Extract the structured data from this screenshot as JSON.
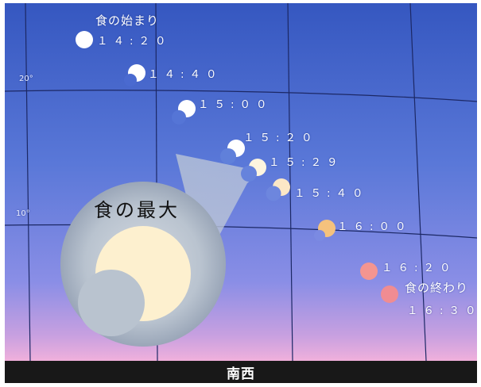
{
  "direction": "南西",
  "altitude_labels": {
    "alt20": "20°",
    "alt10": "10°"
  },
  "labels": {
    "start_title": "食の始まり",
    "end_title": "食の終わり",
    "max_title": "食の最大"
  },
  "times": {
    "t1420": "１４:２０",
    "t1440": "１４:４０",
    "t1500": "１５:００",
    "t1520": "１５:２０",
    "t1529": "１５:２９",
    "t1540": "１５:４０",
    "t1600": "１６:００",
    "t1620": "１６:２０",
    "t1630": "１６:３０"
  },
  "colors": {
    "sky_top": "#3a5ec4",
    "sky_mid": "#6a86e0",
    "sky_horizon": "#e8a6d9",
    "sun_white": "#ffffff",
    "sun_cream": "#fdf0cf",
    "sun_orange": "#f5c27d",
    "sun_red": "#f08c92",
    "grid": "#1d2a66"
  }
}
